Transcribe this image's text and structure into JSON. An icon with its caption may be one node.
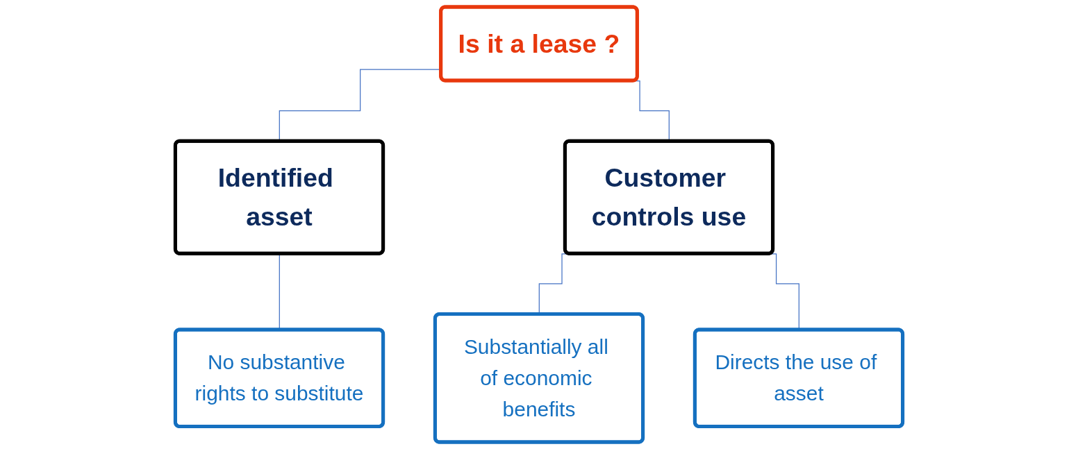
{
  "diagram": {
    "nodes": [
      {
        "text": [
          "Is it a lease ?"
        ]
      },
      {
        "text": [
          "Identified asset"
        ]
      },
      {
        "text": [
          "Customer controls use"
        ]
      },
      {
        "text": [
          "No substantive rights to substitute"
        ]
      },
      {
        "text": [
          "Substantially all of economic benefits"
        ]
      },
      {
        "text": [
          "Directs the use of asset"
        ]
      }
    ],
    "edges": [
      {
        "from": 0,
        "to": 1,
        "arrow": "none"
      },
      {
        "from": 0,
        "to": 2,
        "arrow": "none"
      },
      {
        "from": 1,
        "to": 3,
        "arrow": "none"
      },
      {
        "from": 2,
        "to": 4,
        "arrow": "none"
      },
      {
        "from": 2,
        "to": 5,
        "arrow": "none"
      }
    ]
  }
}
